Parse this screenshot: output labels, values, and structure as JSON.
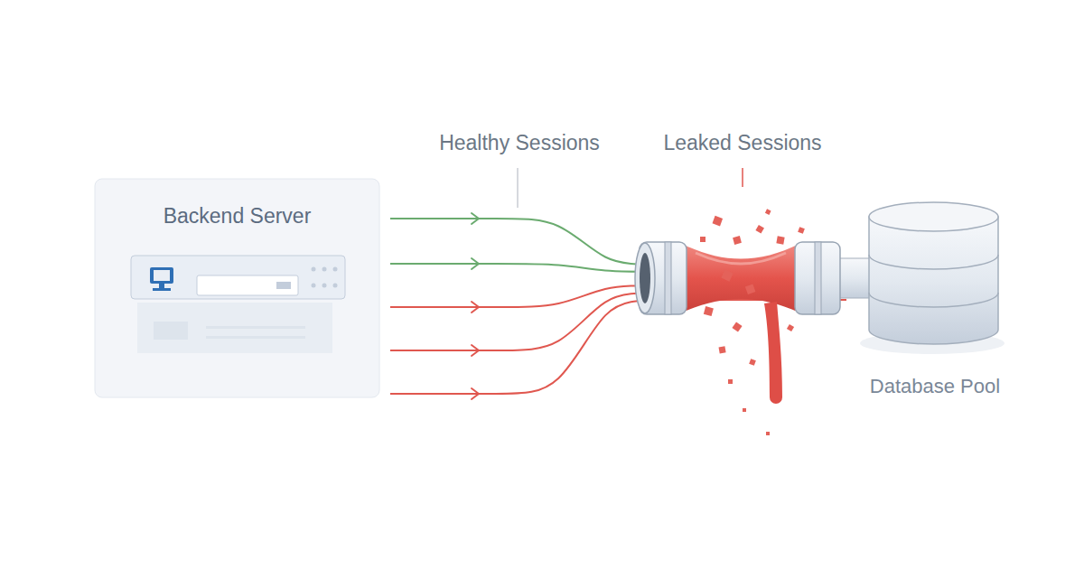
{
  "diagram": {
    "nodes": [
      {
        "text": [
          "Backend Server"
        ]
      },
      {
        "text": [
          "Database Pool"
        ]
      }
    ],
    "edges": [
      {
        "from": 0,
        "to": 1,
        "arrow": "to"
      },
      {
        "from": 0,
        "to": 1,
        "arrow": "to"
      },
      {
        "from": 0,
        "to": 1,
        "arrow": "to"
      },
      {
        "from": 0,
        "to": 1,
        "arrow": "to"
      },
      {
        "from": 0,
        "to": 1,
        "arrow": "to"
      }
    ],
    "labels": [
      "Healthy Sessions",
      "Leaked Sessions"
    ]
  }
}
